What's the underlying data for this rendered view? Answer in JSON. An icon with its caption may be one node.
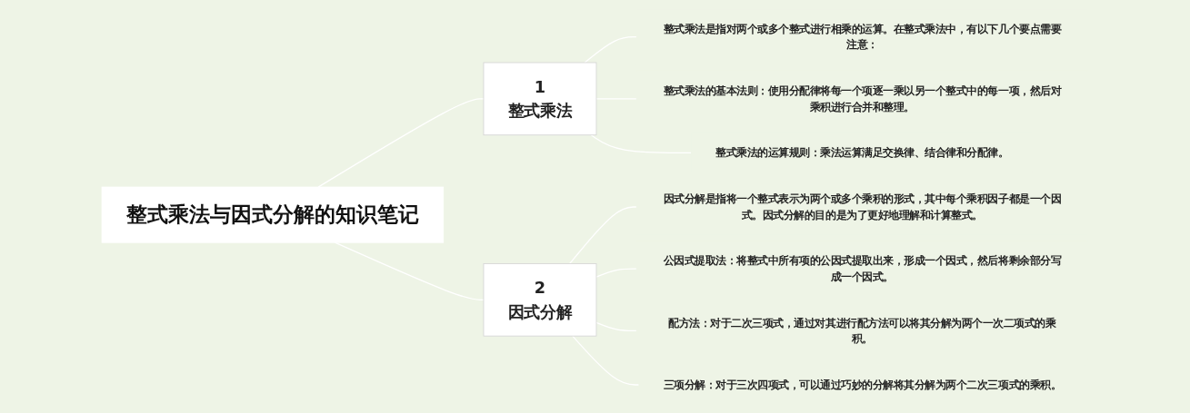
{
  "diagram": {
    "nodes": [
      {
        "text": [
          "整式乘法与因式分解的知识笔记"
        ]
      },
      {
        "text": [
          "1",
          "整式乘法"
        ]
      },
      {
        "text": [
          "整式乘法是指对两个或多个整式进行相乘的运算。在整式乘法中，有以下几个要点需要注意："
        ]
      },
      {
        "text": [
          "整式乘法的基本法则：使用分配律将每一个项逐一乘以另一个整式中的每一项，然后对乘积进行合并和整理。"
        ]
      },
      {
        "text": [
          "整式乘法的运算规则：乘法运算满足交换律、结合律和分配律。"
        ]
      },
      {
        "text": [
          "2",
          "因式分解"
        ]
      },
      {
        "text": [
          "因式分解是指将一个整式表示为两个或多个乘积的形式，其中每个乘积因子都是一个因式。因式分解的目的是为了更好地理解和计算整式。"
        ]
      },
      {
        "text": [
          "公因式提取法：将整式中所有项的公因式提取出来，形成一个因式，然后将剩余部分写成一个因式。"
        ]
      },
      {
        "text": [
          "配方法：对于二次三项式，通过对其进行配方法可以将其分解为两个一次二项式的乘积。"
        ]
      },
      {
        "text": [
          "三项分解：对于三次四项式，可以通过巧妙的分解将其分解为两个二次三项式的乘积。"
        ]
      }
    ],
    "edges": [
      {
        "from": 0,
        "to": 1,
        "arrow": "none"
      },
      {
        "from": 1,
        "to": 2,
        "arrow": "none"
      },
      {
        "from": 1,
        "to": 3,
        "arrow": "none"
      },
      {
        "from": 1,
        "to": 4,
        "arrow": "none"
      },
      {
        "from": 0,
        "to": 5,
        "arrow": "none"
      },
      {
        "from": 5,
        "to": 6,
        "arrow": "none"
      },
      {
        "from": 5,
        "to": 7,
        "arrow": "none"
      },
      {
        "from": 5,
        "to": 8,
        "arrow": "none"
      },
      {
        "from": 5,
        "to": 9,
        "arrow": "none"
      }
    ]
  }
}
